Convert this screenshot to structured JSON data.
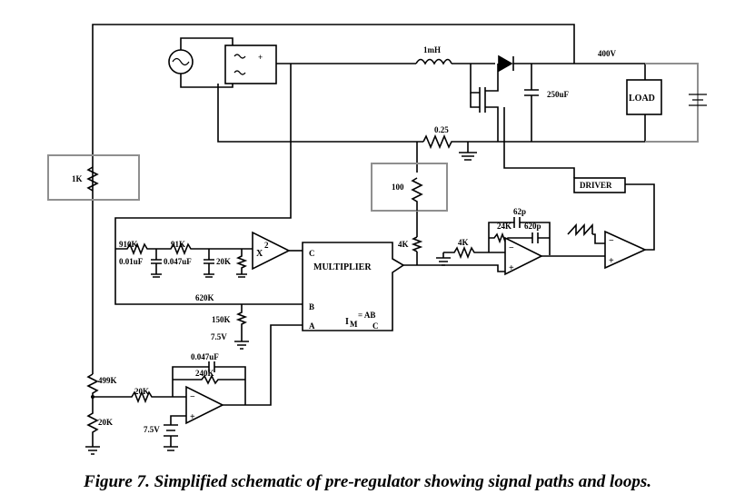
{
  "labels": {
    "inductor": "1mH",
    "output_voltage": "400V",
    "output_cap": "250uF",
    "load": "LOAD",
    "sense_res": "0.25",
    "res_1k": "1K",
    "res_100": "100",
    "driver": "DRIVER",
    "r_910k": "910K",
    "r_91k": "91K",
    "c_001": "0.01uF",
    "c_0047a": "0.047uF",
    "r_20k_filter": "20K",
    "squarer": "X",
    "squarer_exp": "2",
    "mult_c": "C",
    "multiplier": "MULTIPLIER",
    "mult_b": "B",
    "mult_a": "A",
    "mult_eq_lhs": "I",
    "mult_eq_sub": "M",
    "mult_eq_rhs": "= AB",
    "mult_eq_den": "C",
    "r_620k": "620K",
    "r_150k": "150K",
    "v_7v5_top": "7.5V",
    "c_62p": "62p",
    "r_24k": "24K",
    "c_620p": "620p",
    "r_4k_a": "4K",
    "r_4k_b": "4K",
    "c_0047b": "0.047uF",
    "r_240k": "240K",
    "r_499k": "499K",
    "r_20k_in": "20K",
    "r_20k_bot": "20K",
    "v_7v5_bot": "7.5V",
    "op_minus": "−",
    "op_plus": "+"
  },
  "caption": "Figure 7. Simplified schematic of pre-regulator showing signal paths and loops."
}
